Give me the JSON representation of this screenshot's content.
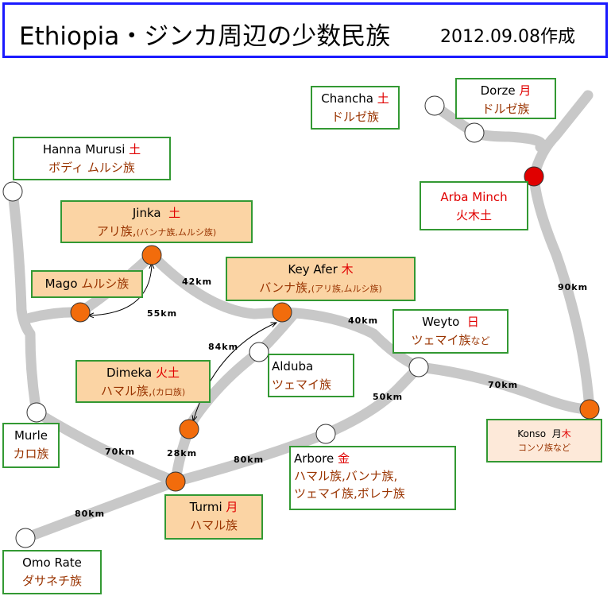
{
  "title": "Ethiopia・ジンカ周辺の少数民族",
  "date": "2012.09.08作成",
  "places": {
    "chancha": {
      "name": "Chancha",
      "day": "土",
      "tribe": "ドルゼ族"
    },
    "dorze": {
      "name": "Dorze",
      "day": "月",
      "tribe": "ドルゼ族"
    },
    "hanna": {
      "name": "Hanna Murusi",
      "day": "土",
      "tribe": "ボディ ムルシ族"
    },
    "arba": {
      "name": "Arba Minch",
      "day": "火木土"
    },
    "jinka": {
      "name": "Jinka",
      "day": "土",
      "tribe": "アリ族,",
      "tribe_sub": "(バンナ族,ムルシ族)"
    },
    "mago": {
      "name": "Mago",
      "tribe": "ムルシ族"
    },
    "keyafer": {
      "name": "Key Afer",
      "day": "木",
      "tribe": "バンナ族,",
      "tribe_sub": "(アリ族,ムルシ族)"
    },
    "weyto": {
      "name": "Weyto",
      "day": "日",
      "tribe": "ツェマイ族",
      "tribe_sub": "など"
    },
    "alduba": {
      "name": "Alduba",
      "tribe": "ツェマイ族"
    },
    "dimeka": {
      "name": "Dimeka",
      "day": "火土",
      "tribe": "ハマル族,",
      "tribe_sub": "(カロ族)"
    },
    "konso": {
      "name": "Konso",
      "day1": "月",
      "day2": "木",
      "tribe": "コンソ族など"
    },
    "murle": {
      "name": "Murle",
      "tribe": "カロ族"
    },
    "arbore": {
      "name": "Arbore",
      "day": "金",
      "tribe": "ハマル族,バンナ族,",
      "tribe2": "ツェマイ族,ボレナ族"
    },
    "turmi": {
      "name": "Turmi",
      "day": "月",
      "tribe": "ハマル族"
    },
    "omo": {
      "name": "Omo Rate",
      "tribe": "ダサネチ族"
    }
  },
  "distances": {
    "jinka_keyafer": "42km",
    "mago_jinka": "55km",
    "dimeka_keyafer": "84km",
    "keyafer_weyto": "40km",
    "arba_konso": "90km",
    "weyto_konso": "70km",
    "arbore_weyto": "50km",
    "murle_turmi": "70km",
    "dimeka_turmi": "28km",
    "turmi_arbore": "80km",
    "omo_turmi": "80km"
  },
  "colors": {
    "road": "#c8c8c8",
    "node_market": "#f26c0c",
    "node_city": "#e00000",
    "border": "#339933",
    "title_border": "#1a1aff"
  }
}
